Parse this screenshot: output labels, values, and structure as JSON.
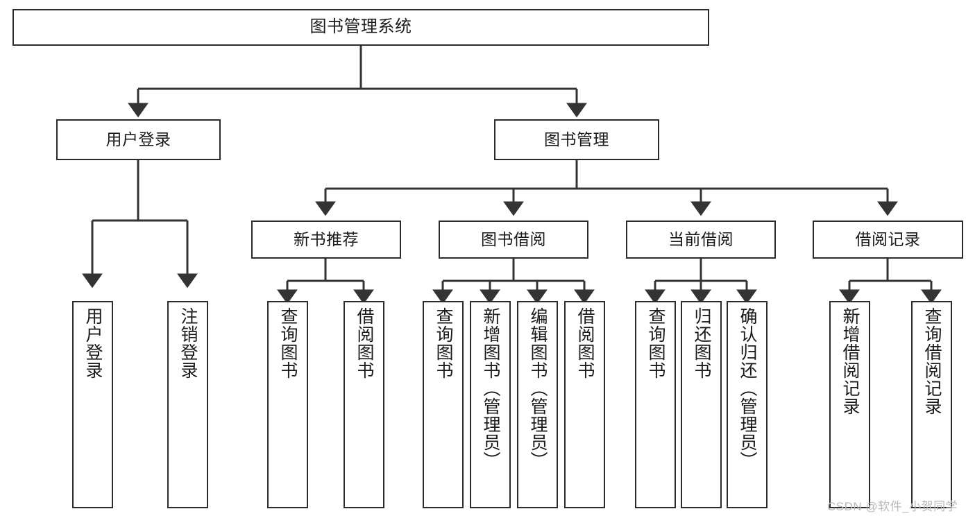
{
  "diagram": {
    "type": "tree-hierarchy",
    "title": "图书管理系统",
    "style": {
      "background": "#ffffff",
      "box_border": "#2b2b2b",
      "box_fill": "#ffffff",
      "text": "#1a1a1a",
      "connector": "#333333",
      "watermark": "#b9b9b9"
    },
    "root": {
      "label": "图书管理系统"
    },
    "level1": [
      {
        "id": "user-login",
        "label": "用户登录"
      },
      {
        "id": "book-manage",
        "label": "图书管理"
      }
    ],
    "level2": [
      {
        "id": "new-book-recommend",
        "label": "新书推荐",
        "parent": "book-manage"
      },
      {
        "id": "book-borrow",
        "label": "图书借阅",
        "parent": "book-manage"
      },
      {
        "id": "current-borrow",
        "label": "当前借阅",
        "parent": "book-manage"
      },
      {
        "id": "borrow-record",
        "label": "借阅记录",
        "parent": "book-manage"
      }
    ],
    "leaves": {
      "user-login": [
        {
          "id": "leaf-user-login",
          "label": "用户登录"
        },
        {
          "id": "leaf-user-logout",
          "label": "注销登录"
        }
      ],
      "new-book-recommend": [
        {
          "id": "leaf-query-book-1",
          "label": "查询图书"
        },
        {
          "id": "leaf-borrow-book-1",
          "label": "借阅图书"
        }
      ],
      "book-borrow": [
        {
          "id": "leaf-query-book-2",
          "label": "查询图书"
        },
        {
          "id": "leaf-add-book",
          "label": "新增图书（管理员）"
        },
        {
          "id": "leaf-edit-book",
          "label": "编辑图书（管理员）"
        },
        {
          "id": "leaf-borrow-book-2",
          "label": "借阅图书"
        }
      ],
      "current-borrow": [
        {
          "id": "leaf-query-book-3",
          "label": "查询图书"
        },
        {
          "id": "leaf-return-book",
          "label": "归还图书"
        },
        {
          "id": "leaf-confirm-return",
          "label": "确认归还（管理员）"
        }
      ],
      "borrow-record": [
        {
          "id": "leaf-add-record",
          "label": "新增借阅记录"
        },
        {
          "id": "leaf-query-record",
          "label": "查询借阅记录"
        }
      ]
    }
  },
  "watermark": {
    "text": "CSDN @软件_小贺同学"
  }
}
